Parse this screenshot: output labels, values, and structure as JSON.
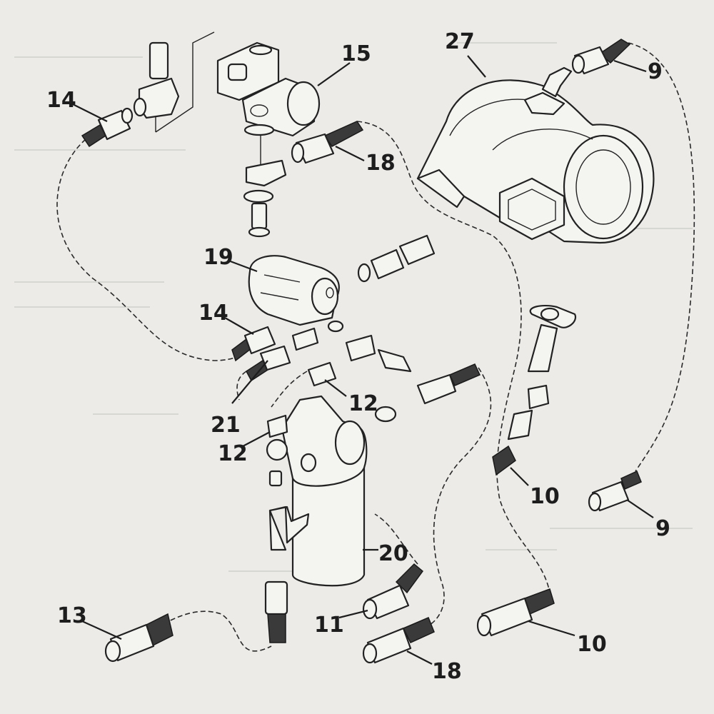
{
  "diagram": {
    "type": "exploded-parts-view",
    "callouts": [
      {
        "id": "c27",
        "label": "27"
      },
      {
        "id": "c15",
        "label": "15"
      },
      {
        "id": "c9a",
        "label": "9"
      },
      {
        "id": "c14a",
        "label": "14"
      },
      {
        "id": "c18a",
        "label": "18"
      },
      {
        "id": "c19",
        "label": "19"
      },
      {
        "id": "c14b",
        "label": "14"
      },
      {
        "id": "c21",
        "label": "21"
      },
      {
        "id": "c12a",
        "label": "12"
      },
      {
        "id": "c12b",
        "label": "12"
      },
      {
        "id": "c10a",
        "label": "10"
      },
      {
        "id": "c9b",
        "label": "9"
      },
      {
        "id": "c20",
        "label": "20"
      },
      {
        "id": "c13",
        "label": "13"
      },
      {
        "id": "c11",
        "label": "11"
      },
      {
        "id": "c18b",
        "label": "18"
      },
      {
        "id": "c10b",
        "label": "10"
      }
    ]
  }
}
